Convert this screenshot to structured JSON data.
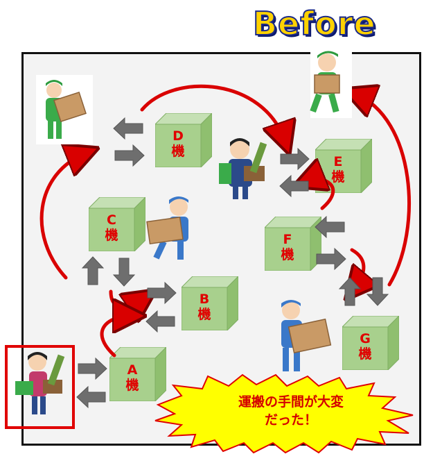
{
  "title": "Before",
  "machines": [
    {
      "id": "D",
      "label": "D\n機"
    },
    {
      "id": "E",
      "label": "E\n機"
    },
    {
      "id": "C",
      "label": "C\n機"
    },
    {
      "id": "F",
      "label": "F\n機"
    },
    {
      "id": "B",
      "label": "B\n機"
    },
    {
      "id": "A",
      "label": "A\n機"
    },
    {
      "id": "G",
      "label": "G\n機"
    }
  ],
  "callout": {
    "line1": "運搬の手間が大変",
    "line2": "だった！"
  },
  "colors": {
    "machine_front": "#a8d08d",
    "machine_top": "#c5e0b4",
    "machine_side": "#8fbf6f",
    "arrow_gray": "#6d6d6d",
    "curve_red": "#d90000",
    "burst_yellow": "#ffff00",
    "highlight": "#e00000"
  }
}
